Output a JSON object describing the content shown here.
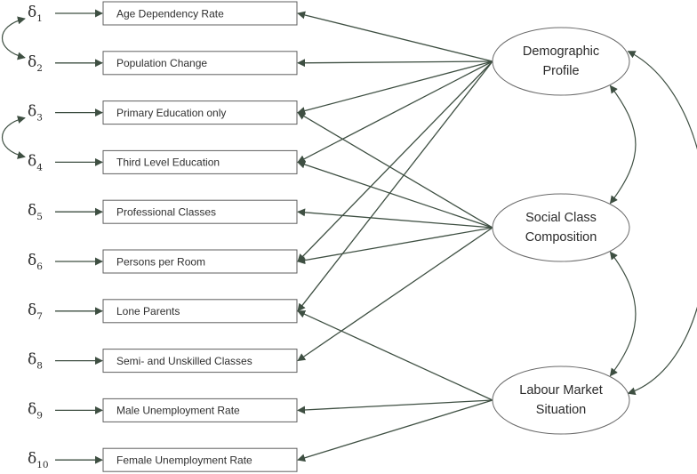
{
  "indicators": [
    {
      "label": "Age Dependency Rate",
      "delta": "δ",
      "sub": "1"
    },
    {
      "label": "Population Change",
      "delta": "δ",
      "sub": "2"
    },
    {
      "label": "Primary Education only",
      "delta": "δ",
      "sub": "3"
    },
    {
      "label": "Third Level Education",
      "delta": "δ",
      "sub": "4"
    },
    {
      "label": "Professional Classes",
      "delta": "δ",
      "sub": "5"
    },
    {
      "label": "Persons per Room",
      "delta": "δ",
      "sub": "6"
    },
    {
      "label": "Lone Parents",
      "delta": "δ",
      "sub": "7"
    },
    {
      "label": "Semi- and Unskilled Classes",
      "delta": "δ",
      "sub": "8"
    },
    {
      "label": "Male Unemployment Rate",
      "delta": "δ",
      "sub": "9"
    },
    {
      "label": "Female Unemployment Rate",
      "delta": "δ",
      "sub": "10"
    }
  ],
  "factors": [
    {
      "lines": [
        "Demographic",
        "Profile"
      ]
    },
    {
      "lines": [
        "Social Class",
        "Composition"
      ]
    },
    {
      "lines": [
        "Labour Market",
        "Situation"
      ]
    }
  ],
  "loadings": [
    {
      "factor": 0,
      "indicator": 0
    },
    {
      "factor": 0,
      "indicator": 1
    },
    {
      "factor": 0,
      "indicator": 2
    },
    {
      "factor": 0,
      "indicator": 3
    },
    {
      "factor": 0,
      "indicator": 5
    },
    {
      "factor": 0,
      "indicator": 6
    },
    {
      "factor": 1,
      "indicator": 2
    },
    {
      "factor": 1,
      "indicator": 3
    },
    {
      "factor": 1,
      "indicator": 4
    },
    {
      "factor": 1,
      "indicator": 5
    },
    {
      "factor": 1,
      "indicator": 7
    },
    {
      "factor": 2,
      "indicator": 6
    },
    {
      "factor": 2,
      "indicator": 8
    },
    {
      "factor": 2,
      "indicator": 9
    }
  ],
  "error_correlations": [
    [
      0,
      1
    ],
    [
      2,
      3
    ]
  ],
  "factor_correlations": [
    [
      0,
      1
    ],
    [
      1,
      2
    ],
    [
      0,
      2
    ]
  ],
  "colors": {
    "line": "#3e4f42",
    "box_border": "#5f5f5f",
    "text": "#2f2f2f"
  }
}
